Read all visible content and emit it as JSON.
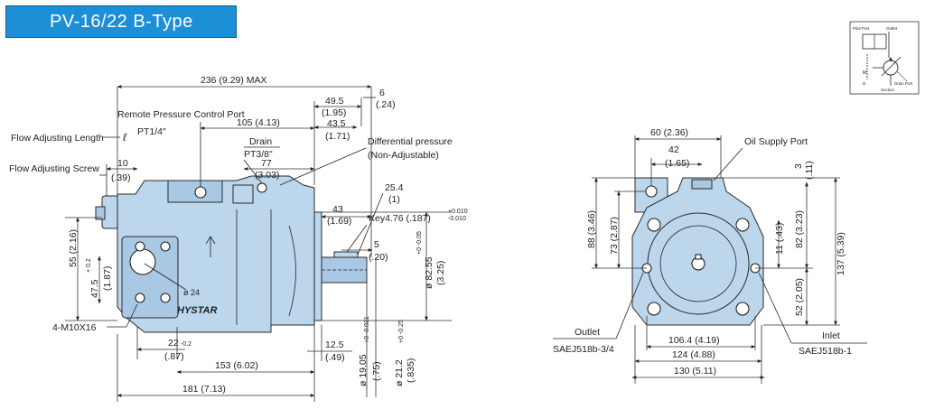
{
  "title": "PV-16/22  B-Type",
  "left_view": {
    "overall_length": "236 (9.29)  MAX",
    "remote_port": "Remote Pressure Control Port",
    "remote_port_thread": "PT1/4\"",
    "flow_adj_length": "Flow Adjusting Length",
    "flow_adj_length_sym": "ℓ",
    "flow_adj_screw": "Flow Adjusting Screw",
    "dim_10": "10",
    "dim_10_in": "(.39)",
    "dim_105": "105 (4.13)",
    "drain": "Drain",
    "drain_thread": "PT3/8\"",
    "dim_77": "77",
    "dim_77_in": "(3.03)",
    "dim_49_5": "49.5",
    "dim_49_5_in": "(1.95)",
    "dim_43_5": "43.5",
    "dim_43_5_in": "(1.71)",
    "dim_6": "6",
    "dim_6_in": "(.24)",
    "diff_pressure": "Differential pressure",
    "non_adjustable": "(Non-Adjustable)",
    "dim_25_4": "25.4",
    "dim_25_4_in": "(1)",
    "dim_43": "43",
    "dim_43_in": "(1.69)",
    "key": "Key4.76 (.187)",
    "key_tol_plus": "+0.010",
    "key_tol_minus": "-0.010",
    "dim_5": "5",
    "dim_5_in": "(.20)",
    "dim_55": "55 (2.16)",
    "dim_47_5": "47.5",
    "dim_47_5_tol": "+ 0.2",
    "dim_47_5_in": "(1.87)",
    "dia_24": "ø 24",
    "brand": "HYSTAR",
    "bolt": "4-M10X16",
    "dim_22": "22",
    "dim_22_tol": "-0.2",
    "dim_22_in": "(.87)",
    "dim_12_5": "12.5",
    "dim_12_5_in": "(.49)",
    "dim_153": "153 (6.02)",
    "dim_181": "181 (7.13)",
    "dia_82_55": "ø 82.55",
    "dia_82_55_tol": "+0 -0.05",
    "dia_82_55_in": "(3.25)",
    "dia_19_05": "ø 19.05",
    "dia_19_05_tol": "+0 -0.021",
    "dia_19_05_in": "(.75)",
    "dia_21_2": "ø 21.2",
    "dia_21_2_tol": "+0 -0.25",
    "dia_21_2_in": "(.835)"
  },
  "right_view": {
    "dim_60": "60 (2.36)",
    "dim_42": "42",
    "dim_42_in": "(1.65)",
    "oil_supply": "Oil Supply Port",
    "dim_3": "3",
    "dim_3_in": "(.11)",
    "dim_88": "88 (3.46)",
    "dim_73": "73 (2.87)",
    "dim_11": "11 (.43)",
    "dim_82": "82 (3.23)",
    "dim_137": "137 (5.39)",
    "dim_52": "52 (2.05)",
    "outlet": "Outlet",
    "outlet_spec": "SAEJ518b-3/4",
    "inlet": "Inlet",
    "inlet_spec": "SAEJ518b-1",
    "dim_106_4": "106.4 (4.19)",
    "dim_124": "124 (4.88)",
    "dim_130": "130 (5.11)"
  },
  "symbol": {
    "pilot_port": "Pilot Port",
    "outlet": "Outlet",
    "drain_port": "Drain Port",
    "suction": "Suction",
    "m": "M",
    "a": "α"
  },
  "colors": {
    "banner": "#1c8fd6",
    "body": "#bcd6ec",
    "body_dark": "#a9c8e4"
  }
}
